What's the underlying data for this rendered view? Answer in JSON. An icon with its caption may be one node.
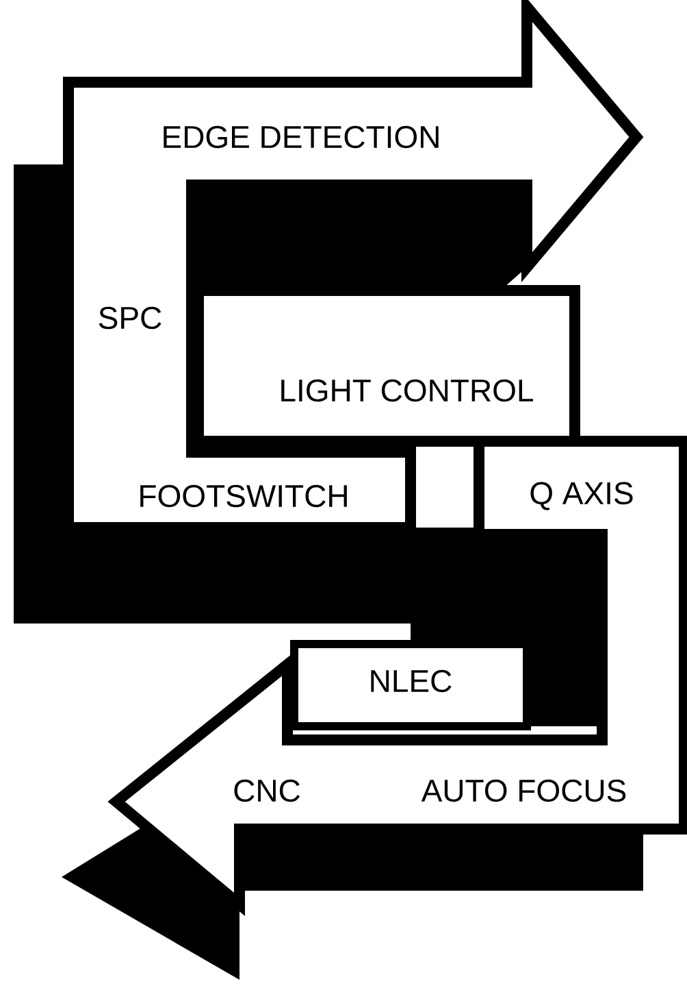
{
  "diagram": {
    "labels": [
      "EDGE DETECTION",
      "SPC",
      "LIGHT CONTROL",
      "FOOTSWITCH",
      "Q AXIS",
      "NLEC",
      "CNC",
      "AUTO FOCUS"
    ]
  }
}
